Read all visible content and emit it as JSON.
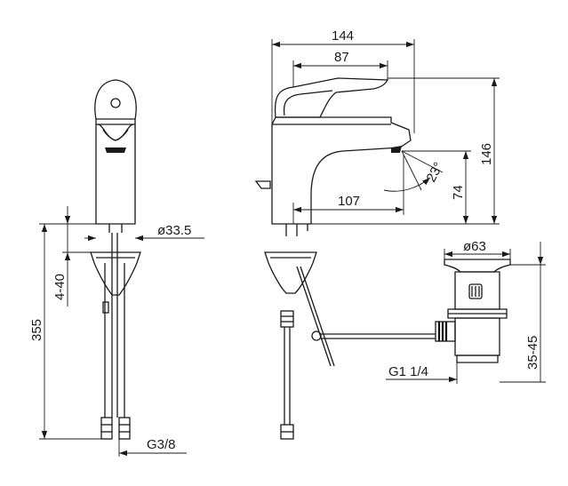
{
  "dimensions": {
    "width_total": "144",
    "lever_length": "87",
    "height_total": "146",
    "spout_reach": "107",
    "spout_height": "74",
    "spout_angle": "23°",
    "shank_diameter": "ø33.5",
    "mount_thickness": "4-40",
    "hose_length": "355",
    "hose_thread": "G3/8",
    "waste_diameter": "ø63",
    "waste_adjust": "35-45",
    "waste_thread": "G1 1/4"
  }
}
